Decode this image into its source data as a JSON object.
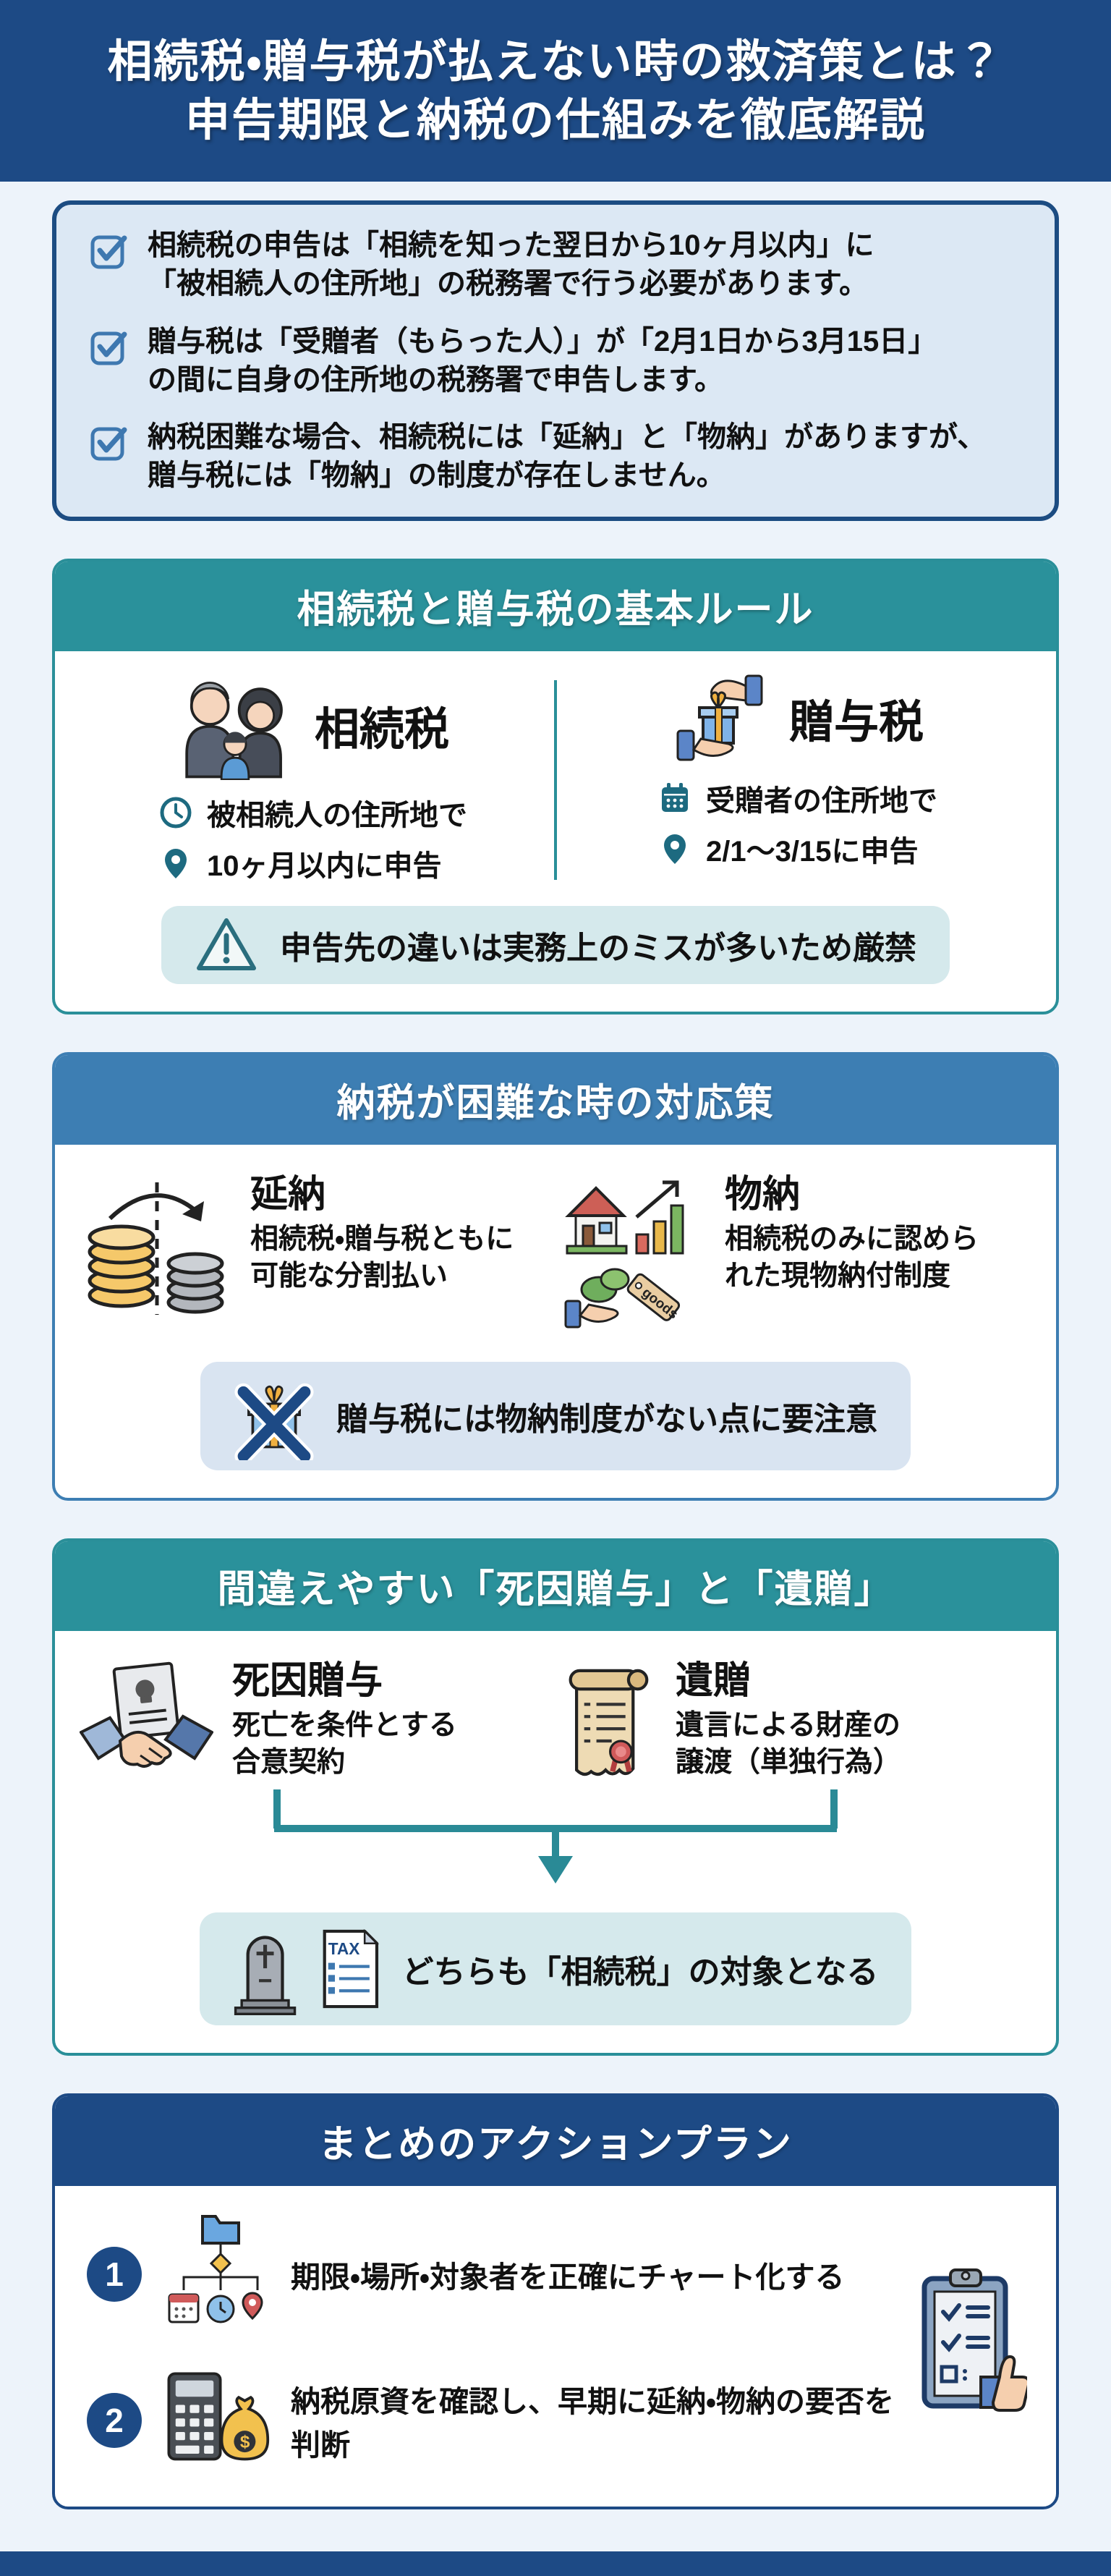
{
  "title": {
    "line1": "相続税・贈与税が払えない時の救済策とは？",
    "line2": "申告期限と納税の仕組みを徹底解説"
  },
  "checklist": {
    "items": [
      {
        "line1": "相続税の申告は「相続を知った翌日から10ヶ月以内」に",
        "line2": "「被相続人の住所地」の税務署で行う必要があります。"
      },
      {
        "line1": "贈与税は「受贈者（もらった人）」が「2月1日から3月15日」",
        "line2": "の間に自身の住所地の税務署で申告します。"
      },
      {
        "line1": "納税困難な場合、相続税には「延納」と「物納」がありますが、",
        "line2": "贈与税には「物納」の制度が存在しません。"
      }
    ]
  },
  "section_basic_rules": {
    "header": "相続税と贈与税の基本ルール",
    "left": {
      "title": "相続税",
      "bullet1": "被相続人の住所地で",
      "bullet2": "10ヶ月以内に申告"
    },
    "right": {
      "title": "贈与税",
      "bullet1": "受贈者の住所地で",
      "bullet2": "2/1～3/15に申告"
    },
    "warning": "申告先の違いは実務上のミスが多いため厳禁"
  },
  "section_payment": {
    "header": "納税が困難な時の対応策",
    "left": {
      "title": "延納",
      "desc_line1": "相続税・贈与税ともに",
      "desc_line2": "可能な分割払い"
    },
    "right": {
      "title": "物納",
      "desc_line1": "相続税のみに認めら",
      "desc_line2": "れた現物納付制度"
    },
    "notice": "贈与税には物納制度がない点に要注意"
  },
  "section_confusing": {
    "header": "間違えやすい「死因贈与」と「遺贈」",
    "left": {
      "title": "死因贈与",
      "desc_line1": "死亡を条件とする",
      "desc_line2": "合意契約"
    },
    "right": {
      "title": "遺贈",
      "desc_line1": "遺言による財産の",
      "desc_line2": "譲渡（単独行為）"
    },
    "result": "どちらも「相続税」の対象となる"
  },
  "section_summary": {
    "header": "まとめのアクションプラン",
    "items": [
      {
        "num": "1",
        "text": "期限・場所・対象者を正確にチャート化する"
      },
      {
        "num": "2",
        "text": "納税原資を確認し、早期に延納・物納の要否を判断"
      }
    ]
  },
  "icons": {
    "checkbox": "blue checked checkbox",
    "family": "heirs family group",
    "gift_hands": "hands exchanging gift",
    "clock": "teal clock outline",
    "calendar": "teal calendar",
    "map_pin": "teal location pin",
    "warning_triangle": "outlined warning triangle",
    "coin_stacks": "split coin stacks with arrow",
    "house_chart": "house with rising bar chart",
    "goods_tag": "hand with produce and goods tag",
    "goods_tag_label": "goods",
    "no_gift": "gift box crossed out",
    "deathbed_contract": "handshake with skull document",
    "will_scroll": "will scroll with seal",
    "tombstone": "gray tombstone",
    "tax_doc": "TAX document checklist",
    "tax_doc_label": "TAX",
    "flowchart": "folder flowchart to calendar clock pin",
    "calc_money": "calculator and money bag",
    "clipboard_thumbs": "clipboard checklist with thumbs up"
  },
  "colors": {
    "navy": "#1d4a85",
    "teal": "#2a919b",
    "blue": "#3d7eb3",
    "checkbox_blue": "#3e78b0",
    "light_blue_bg": "#dce8f4",
    "light_teal_bg": "#d5e9ec",
    "light_blue_pill": "#d9e4f1",
    "page_bg": "#edf3fa"
  }
}
